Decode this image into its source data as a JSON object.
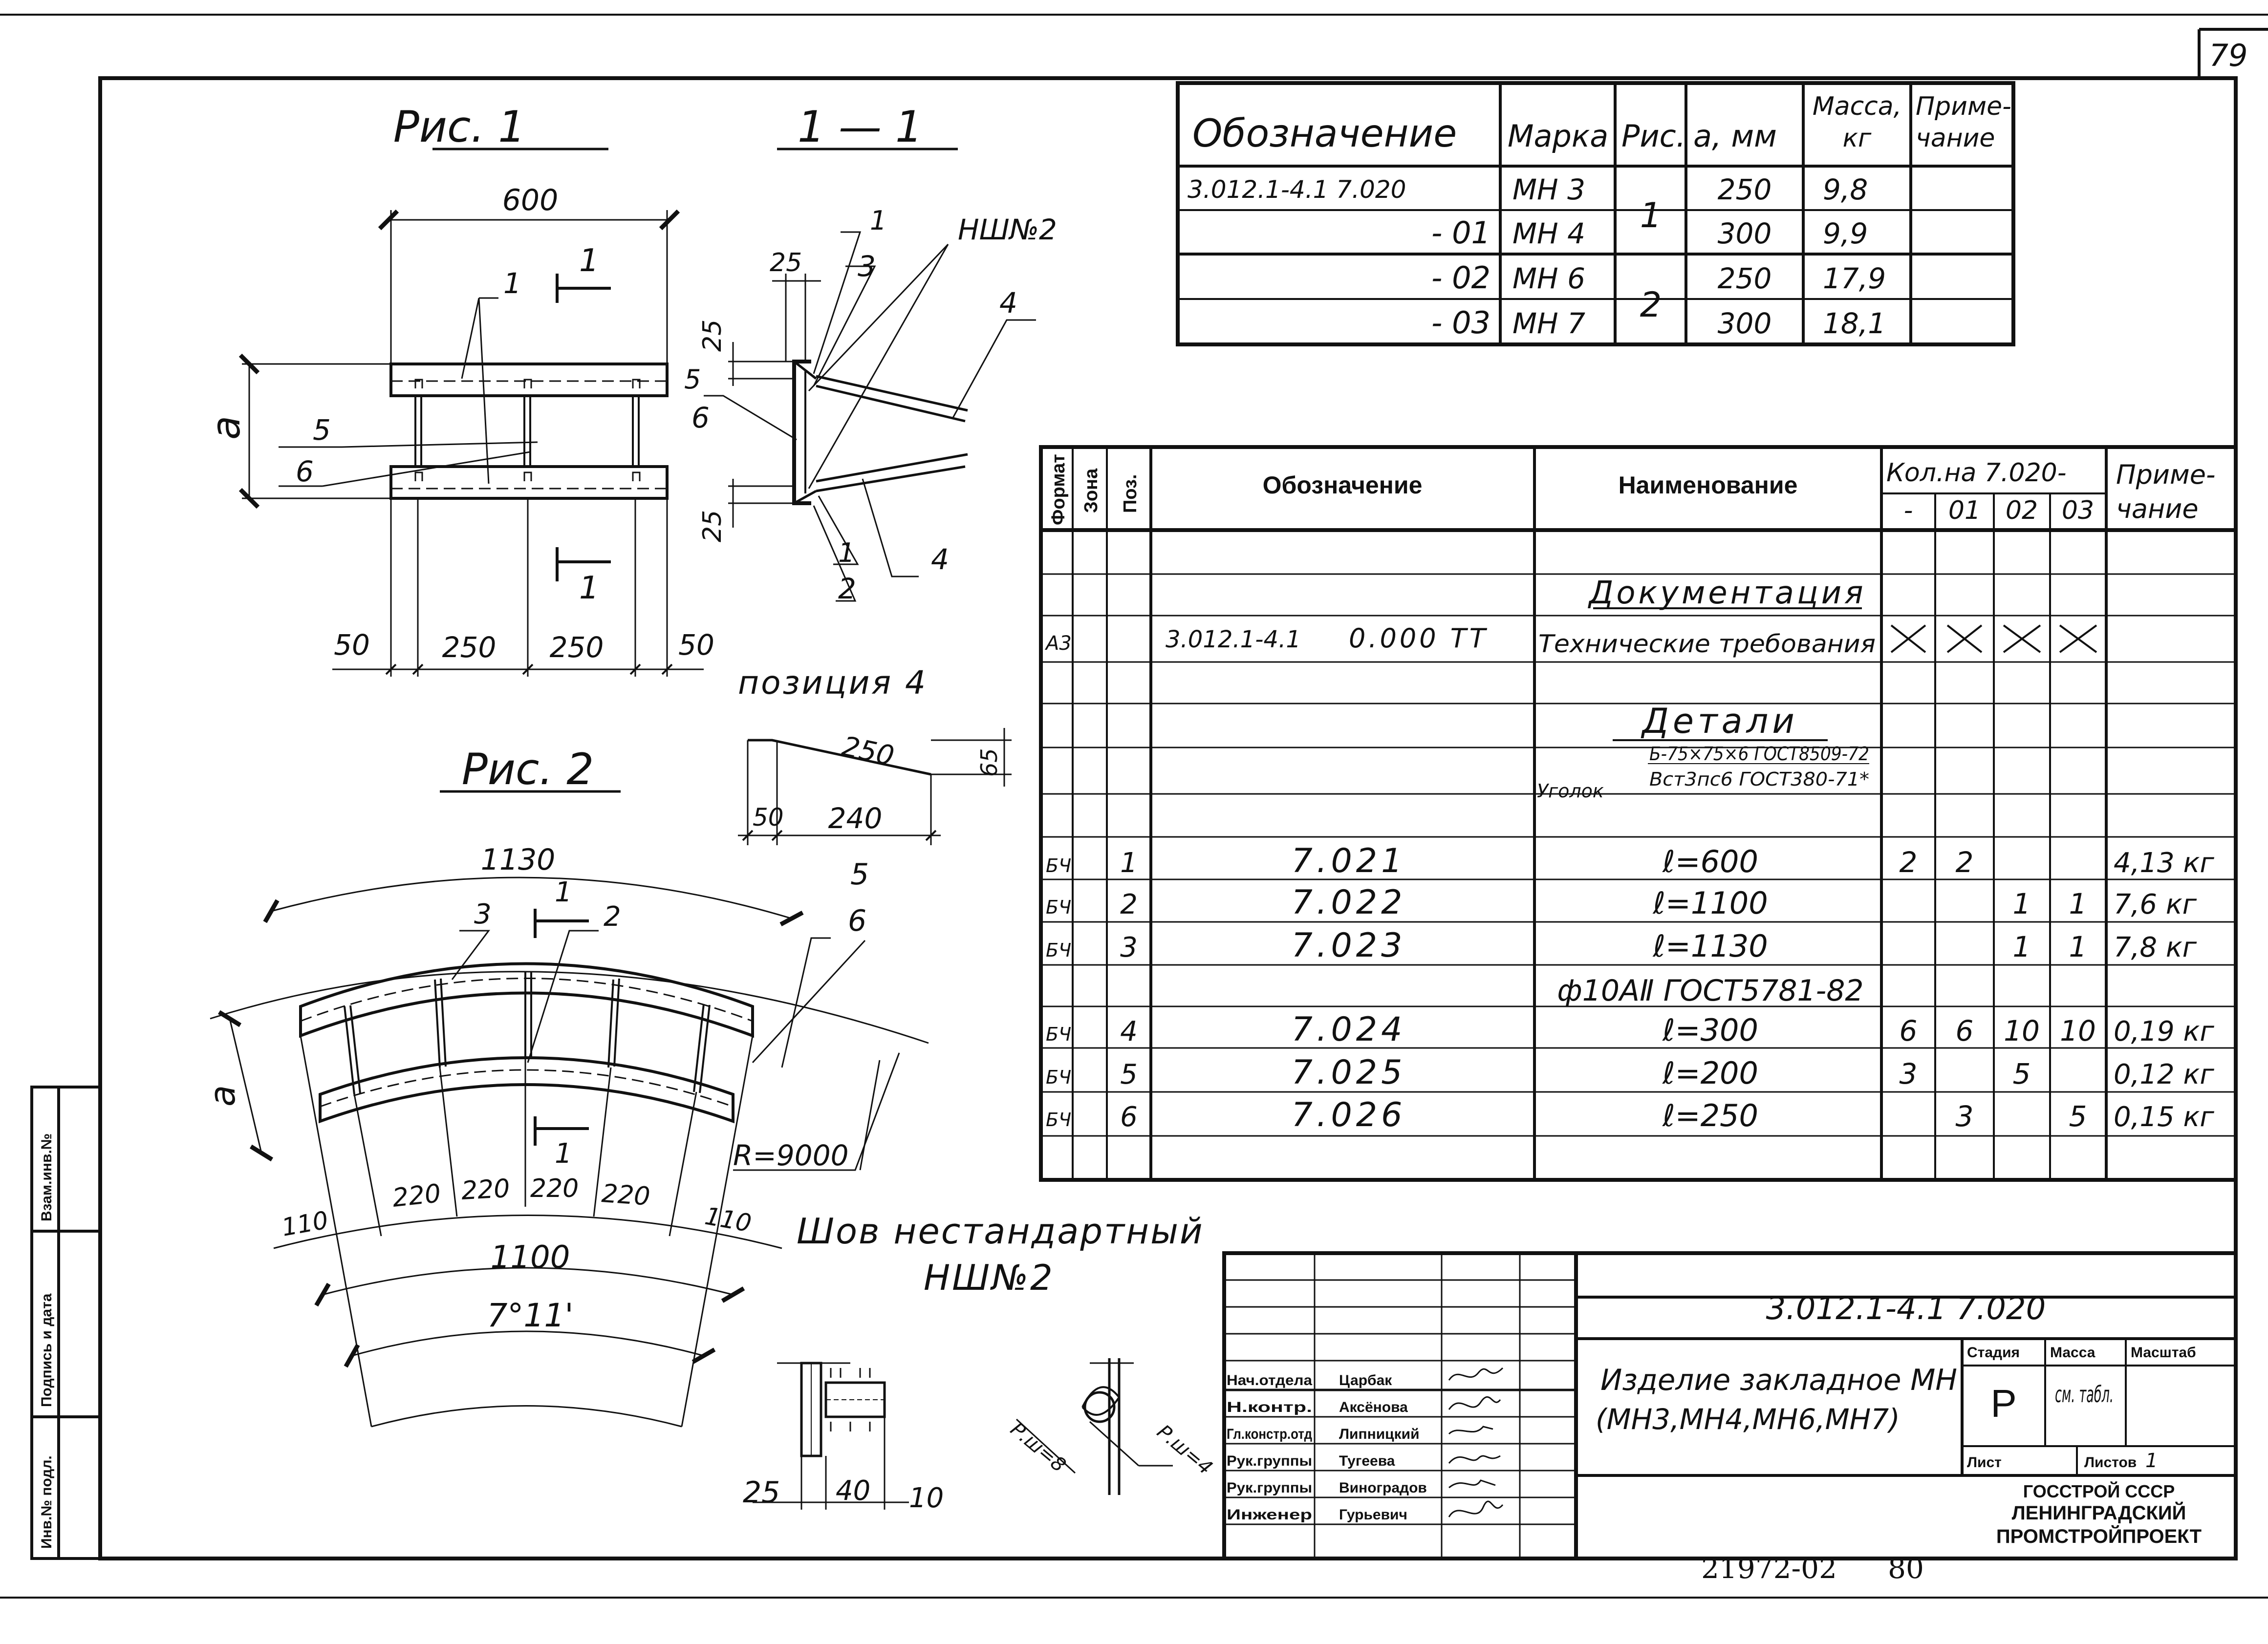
{
  "page_number": "79",
  "footer": {
    "code": "21972-02",
    "page": "80"
  },
  "margin_stamp": [
    "Инв.№ подл.",
    "Подпись и дата",
    "Взам.инв.№"
  ],
  "fig1": {
    "title": "Рис. 1",
    "dim_total": "600",
    "dims_bottom": [
      "50",
      "250",
      "250",
      "50"
    ],
    "dim_height": "a",
    "callouts": [
      "1",
      "5",
      "6"
    ],
    "section_mark": "1"
  },
  "section11": {
    "title": "1 — 1",
    "callouts": [
      "1",
      "3",
      "4",
      "5",
      "6",
      "1",
      "2",
      "4"
    ],
    "weld_label": "НШ№2",
    "dims": [
      "25",
      "25",
      "25"
    ]
  },
  "pos4": {
    "title": "позиция 4",
    "dims": [
      "250",
      "65",
      "50",
      "240"
    ]
  },
  "fig2": {
    "title": "Рис. 2",
    "dim_arc_top": "1130",
    "dim_arc_bottom": "1100",
    "angle": "7°11'",
    "radius": "R=9000",
    "dims_bottom": [
      "110",
      "220",
      "220",
      "220",
      "220",
      "110"
    ],
    "callouts": [
      "3",
      "2",
      "5",
      "6"
    ],
    "section_mark": "1",
    "dim_height": "a"
  },
  "weld": {
    "title_line1": "Шов нестандартный",
    "title_line2": "НШ№2",
    "dims": [
      "25",
      "40",
      "10"
    ],
    "labels": [
      "Р.ш=8",
      "Р.ш=4"
    ]
  },
  "variants_table": {
    "headers": [
      "Обозначение",
      "Марка",
      "Рис.",
      "a, мм",
      "Масса, кг",
      "Приме-чание"
    ],
    "rows": [
      [
        "3.012.1-4.1 7.020",
        "МН 3",
        "1",
        "250",
        "9,8",
        ""
      ],
      [
        "- 01",
        "МН 4",
        "",
        "300",
        "9,9",
        ""
      ],
      [
        "- 02",
        "МН 6",
        "2",
        "250",
        "17,9",
        ""
      ],
      [
        "- 03",
        "МН 7",
        "",
        "300",
        "18,1",
        ""
      ]
    ]
  },
  "spec_table": {
    "headers": {
      "format": "Формат",
      "zone": "Зона",
      "pos": "Поз.",
      "designation": "Обозначение",
      "name": "Наименование",
      "qty": "Кол.на 7.020-",
      "qty_cols": [
        "-",
        "01",
        "02",
        "03"
      ],
      "note": "Приме-чание"
    },
    "section_docs": "Документация",
    "doc_row": {
      "format": "А3",
      "designation_a": "3.012.1-4.1",
      "designation_b": "0.000 ТТ",
      "name": "Технические требования",
      "marks": [
        "×",
        "×",
        "×",
        "×"
      ]
    },
    "section_parts": "Детали",
    "angle_material": {
      "prefix": "Уголок",
      "top": "Б-75×75×6 ГОСТ8509-72",
      "bottom": "Вст3пс6 ГОСТ380-71*"
    },
    "rod_material": "ф10АⅡ ГОСТ5781-82",
    "rows": [
      {
        "format": "БЧ",
        "pos": "1",
        "designation": "7.021",
        "name": "ℓ=600",
        "q": [
          "2",
          "2",
          "",
          ""
        ],
        "note": "4,13 кг"
      },
      {
        "format": "БЧ",
        "pos": "2",
        "designation": "7.022",
        "name": "ℓ=1100",
        "q": [
          "",
          "",
          "1",
          "1"
        ],
        "note": "7,6 кг"
      },
      {
        "format": "БЧ",
        "pos": "3",
        "designation": "7.023",
        "name": "ℓ=1130",
        "q": [
          "",
          "",
          "1",
          "1"
        ],
        "note": "7,8 кг"
      },
      {
        "format": "БЧ",
        "pos": "4",
        "designation": "7.024",
        "name": "ℓ=300",
        "q": [
          "6",
          "6",
          "10",
          "10"
        ],
        "note": "0,19 кг"
      },
      {
        "format": "БЧ",
        "pos": "5",
        "designation": "7.025",
        "name": "ℓ=200",
        "q": [
          "3",
          "",
          "5",
          ""
        ],
        "note": "0,12 кг"
      },
      {
        "format": "БЧ",
        "pos": "6",
        "designation": "7.026",
        "name": "ℓ=250",
        "q": [
          "",
          "3",
          "",
          "5"
        ],
        "note": "0,15 кг"
      }
    ]
  },
  "title_block": {
    "document_code": "3.012.1-4.1 7.020",
    "product_line1": "Изделие закладное МН",
    "product_line2": "(МН3,МН4,МН6,МН7)",
    "stage_label": "Стадия",
    "mass_label": "Масса",
    "scale_label": "Масштаб",
    "stage": "Р",
    "mass": "см. табл.",
    "sheet_label": "Лист",
    "sheets_label": "Листов",
    "sheets": "1",
    "org_line1": "ГОССТРОЙ СССР",
    "org_line2": "ЛЕНИНГРАДСКИЙ",
    "org_line3": "ПРОМСТРОЙПРОЕКТ",
    "staff": [
      {
        "role": "Нач.отдела",
        "name": "Царбак"
      },
      {
        "role": "Н.контр.",
        "name": "Аксёнова"
      },
      {
        "role": "Гл.констр.отд",
        "name": "Липницкий"
      },
      {
        "role": "Рук.группы",
        "name": "Тугеева"
      },
      {
        "role": "Рук.группы",
        "name": "Виноградов"
      },
      {
        "role": "Инженер",
        "name": "Гурьевич"
      }
    ]
  }
}
